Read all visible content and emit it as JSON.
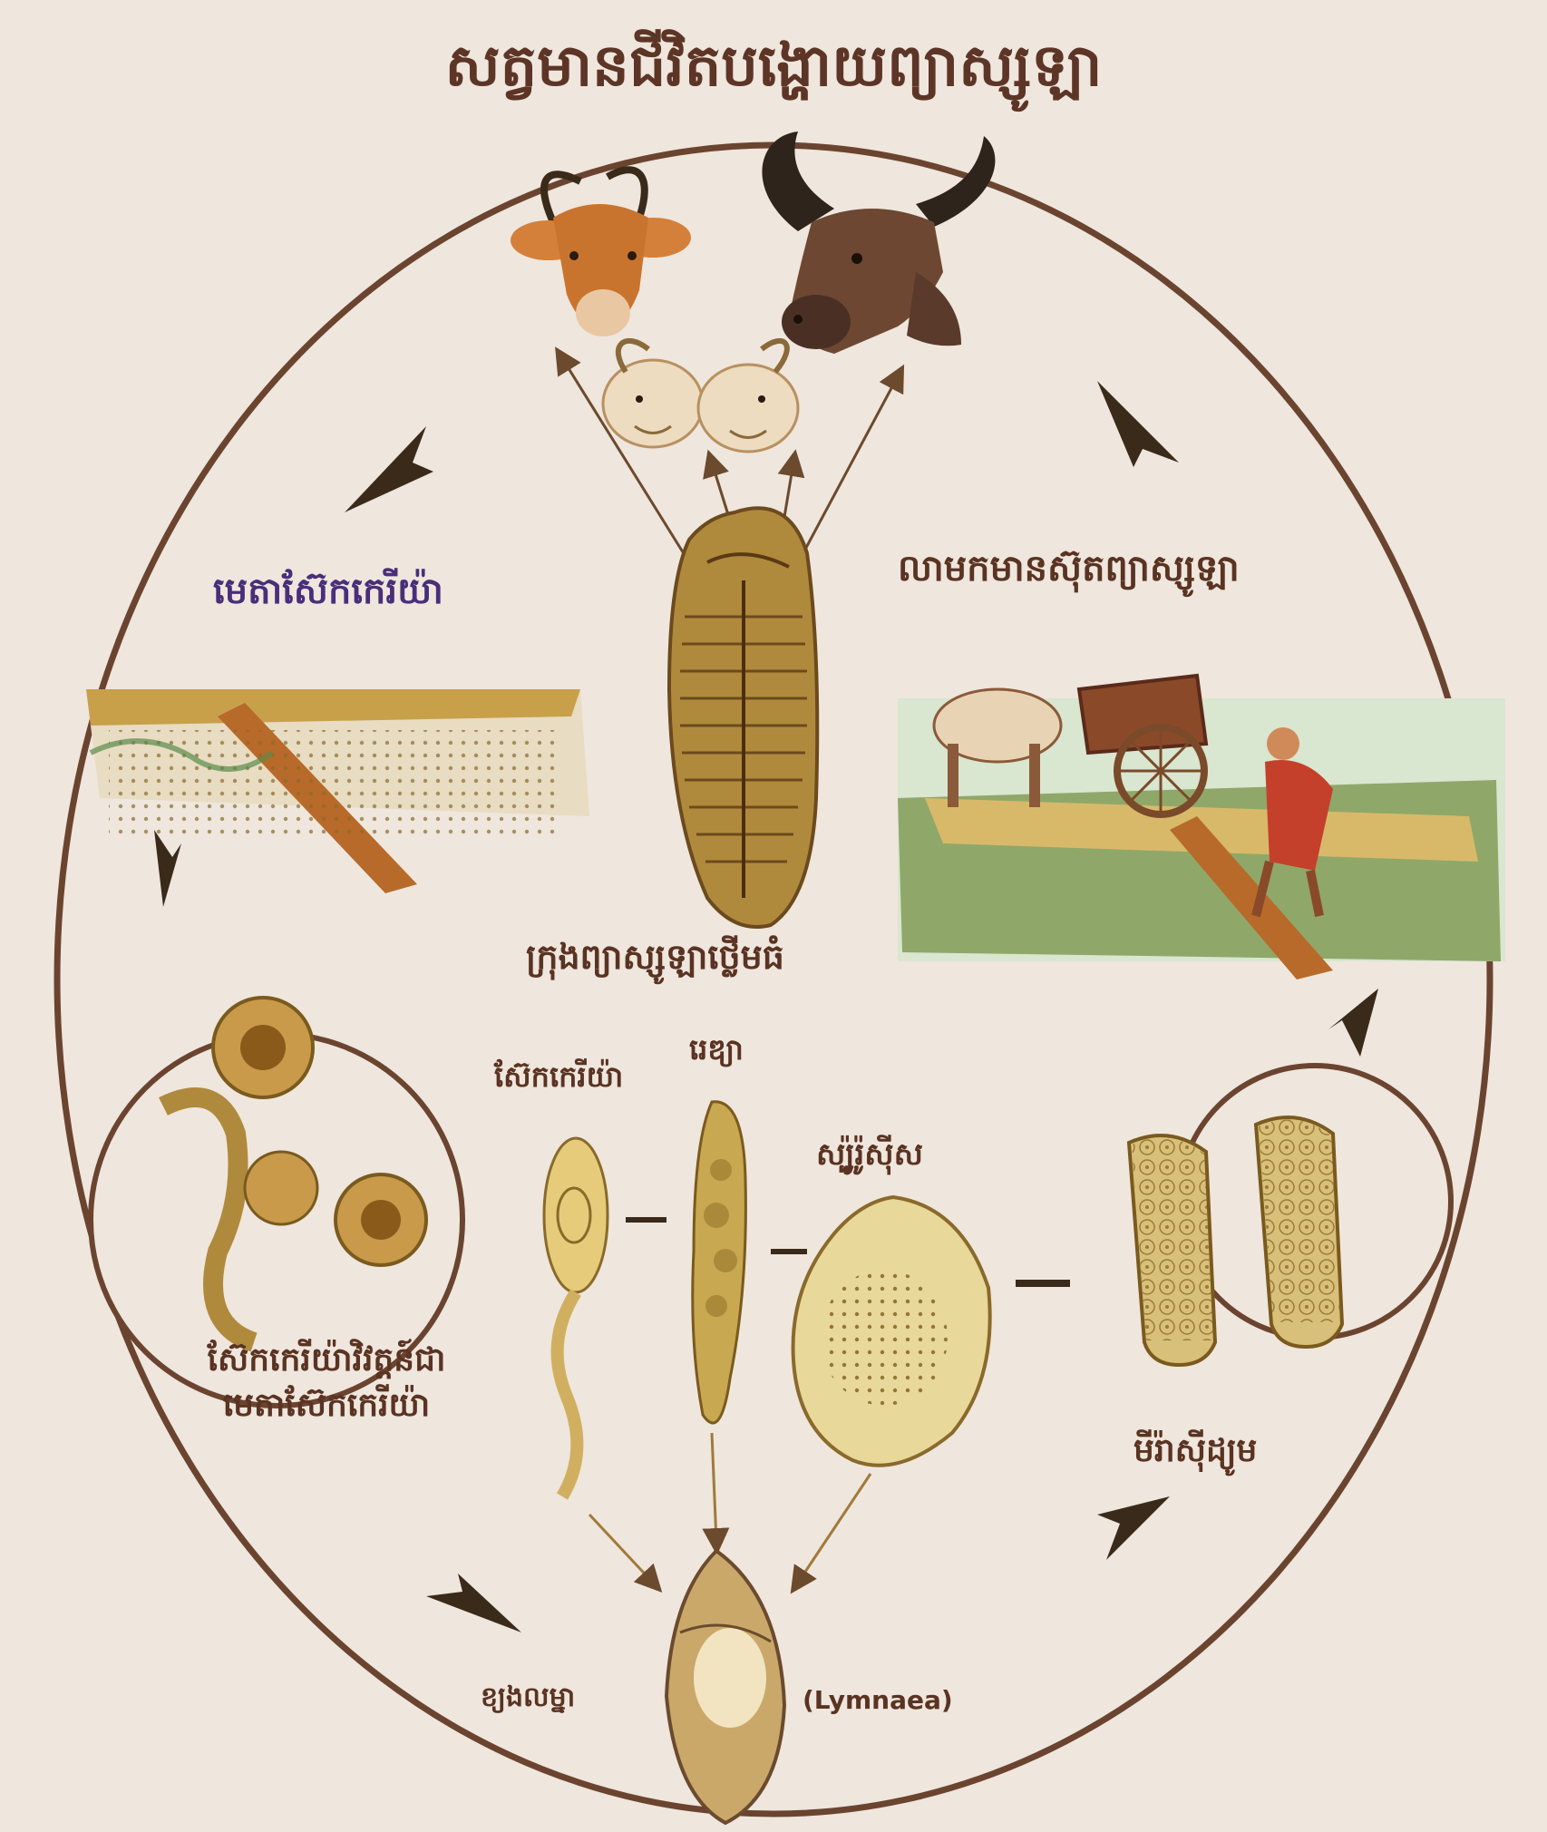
{
  "diagram": {
    "title": "សត្វមានជីវិតបង្ហោយព្យាស្សូឡា",
    "labels": {
      "metacercaria_stage": "មេតាស៊ែកកេរីយ៉ា",
      "manure_with_eggs": "លាមកមានស៊ុតព្យាស្សូឡា",
      "adult_fluke": "ក្រុងព្យាស្សូឡាថ្លើមធំ",
      "cercaria": "ស៊ែកកេរីយ៉ា",
      "redia": "រេឌ្យា",
      "sporocyst": "ស្ប៉ូរ៉ូស៊ីស",
      "cercaria_to_metacercaria_line1": "ស៊ែកកេរីយ៉ាវិវត្តន៍ជា",
      "cercaria_to_metacercaria_line2": "មេតាស៊ែកកេរីយ៉ា",
      "miracidium": "មីរ៉ាស៊ីដ្យូម",
      "snail_host": "ខ្យងលម្នា",
      "snail_genus": "(Lymnaea)"
    },
    "colors": {
      "background": "#efe6dd",
      "ink": "#5a3322",
      "purple_label": "#4a2e7a",
      "fluke": "#b08a3c"
    }
  }
}
